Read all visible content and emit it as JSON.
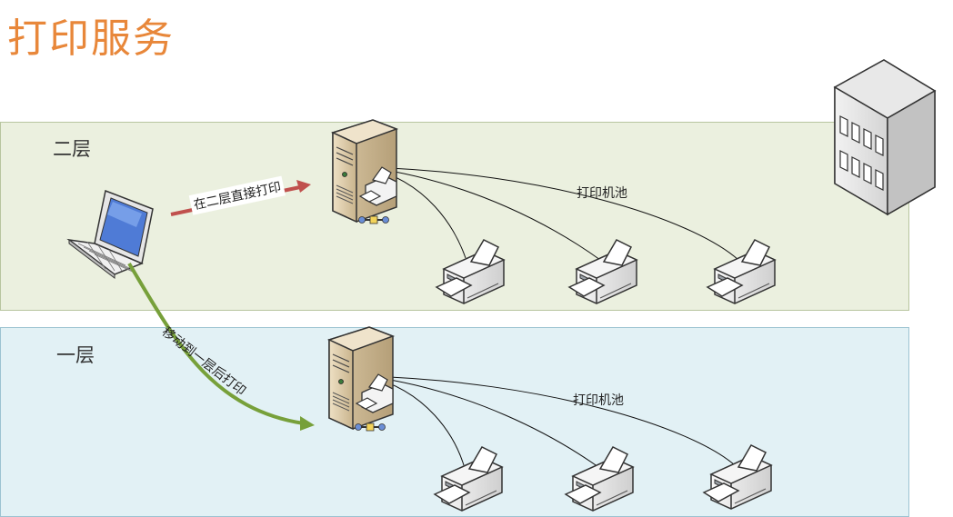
{
  "title": "打印服务",
  "floors": {
    "upper": {
      "label": "二层",
      "pool_label": "打印机池"
    },
    "lower": {
      "label": "一层",
      "pool_label": "打印机池"
    }
  },
  "arrows": {
    "direct": {
      "label": "在二层直接打印",
      "color": "#c0504d"
    },
    "move": {
      "label": "移动到一层后打印",
      "color": "#77a03a"
    }
  },
  "colors": {
    "title": "#e8873a",
    "floor_upper_bg": "#ebf0df",
    "floor_lower_bg": "#e2f1f5"
  },
  "icons": {
    "laptop": "laptop-icon",
    "server": "print-server-icon",
    "printer": "printer-icon",
    "building": "building-icon"
  }
}
